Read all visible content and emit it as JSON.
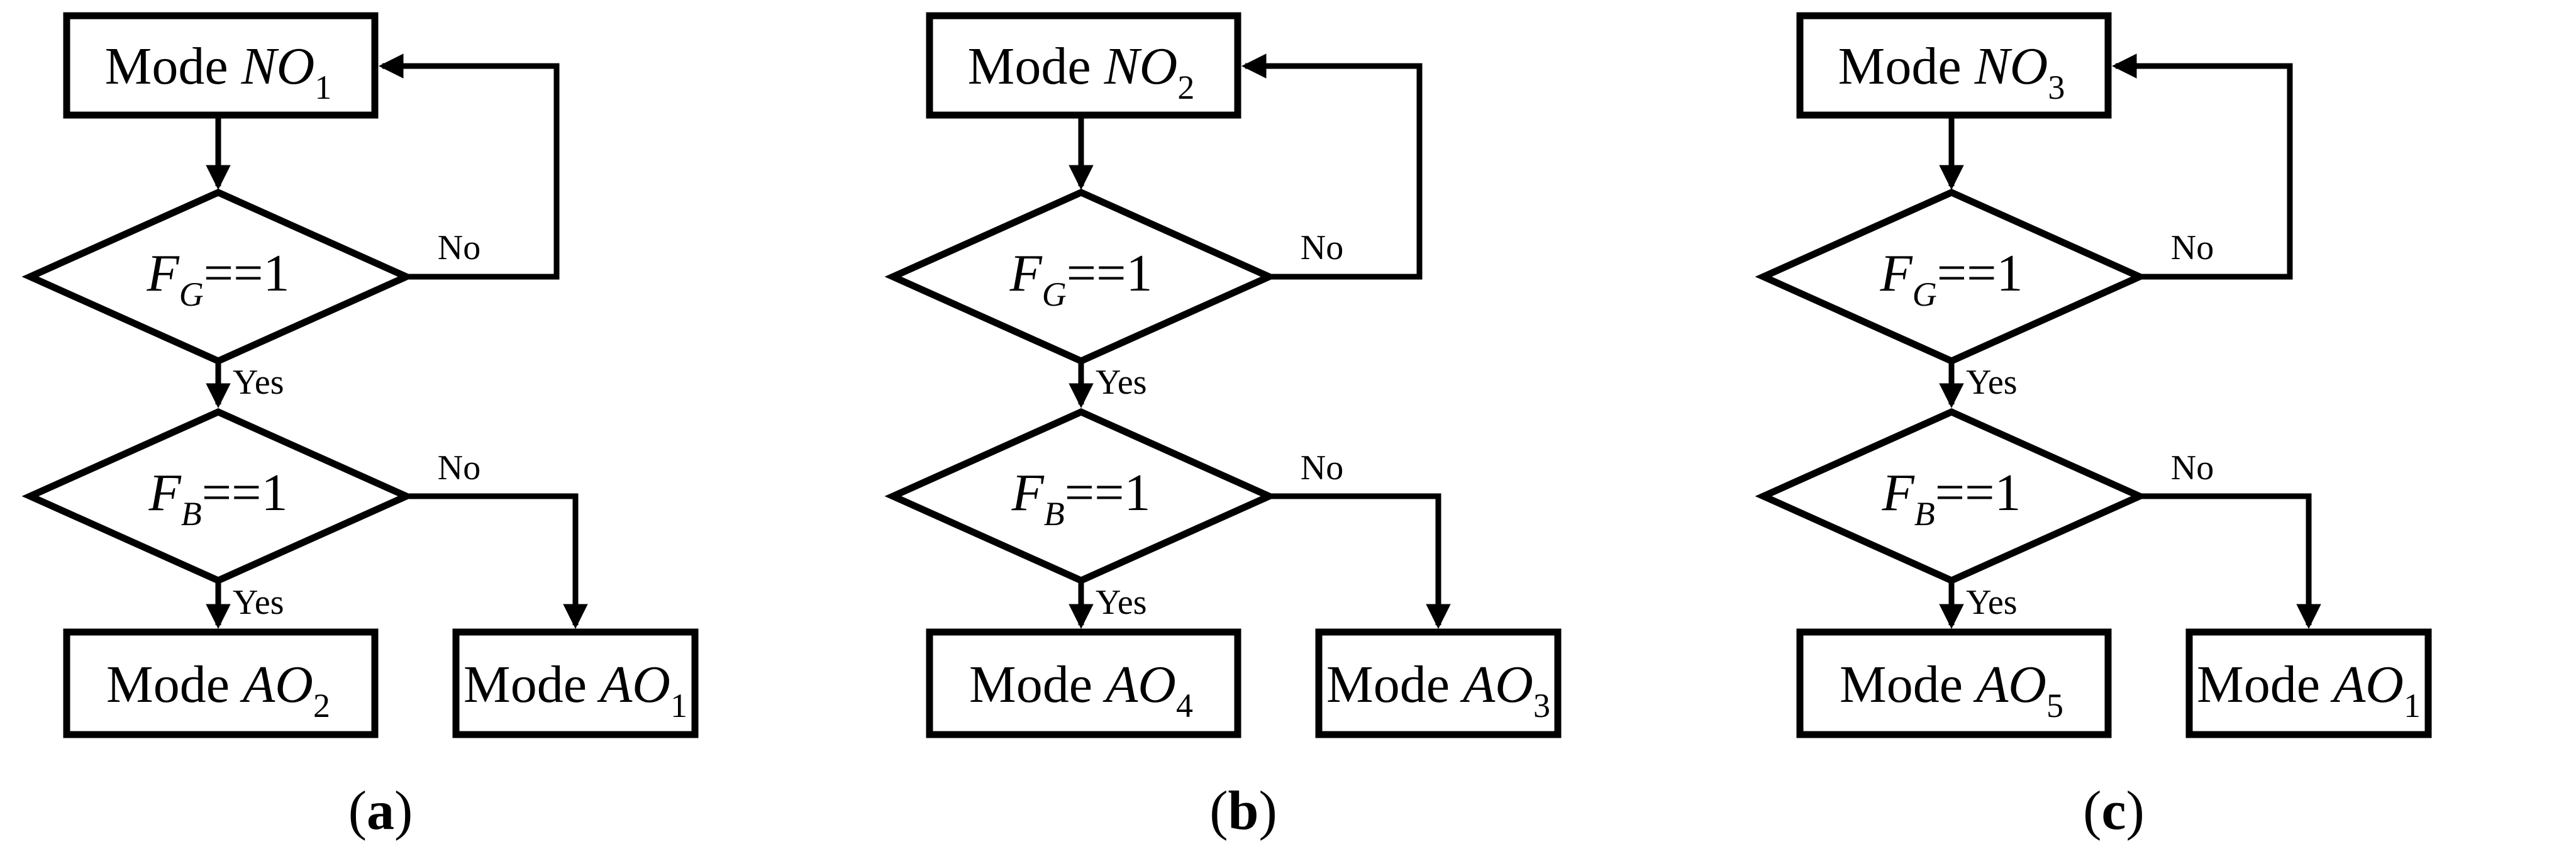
{
  "figure": {
    "colors": {
      "ink": "#000000",
      "background": "#ffffff"
    },
    "charts": [
      {
        "caption": {
          "open": "(",
          "letter": "a",
          "close": ")"
        },
        "top_box": {
          "prefix": "Mode ",
          "name": "NO",
          "sub": "1"
        },
        "fg": {
          "var": "F",
          "sub": "G",
          "cond": "==1",
          "yes": "Yes",
          "no": "No"
        },
        "fb": {
          "var": "F",
          "sub": "B",
          "cond": "==1",
          "yes": "Yes",
          "no": "No"
        },
        "yes_box": {
          "prefix": "Mode ",
          "name": "AO",
          "sub": "2"
        },
        "no_box": {
          "prefix": "Mode ",
          "name": "AO",
          "sub": "1"
        }
      },
      {
        "caption": {
          "open": "(",
          "letter": "b",
          "close": ")"
        },
        "top_box": {
          "prefix": "Mode ",
          "name": "NO",
          "sub": "2"
        },
        "fg": {
          "var": "F",
          "sub": "G",
          "cond": "==1",
          "yes": "Yes",
          "no": "No"
        },
        "fb": {
          "var": "F",
          "sub": "B",
          "cond": "==1",
          "yes": "Yes",
          "no": "No"
        },
        "yes_box": {
          "prefix": "Mode ",
          "name": "AO",
          "sub": "4"
        },
        "no_box": {
          "prefix": "Mode ",
          "name": "AO",
          "sub": "3"
        }
      },
      {
        "caption": {
          "open": "(",
          "letter": "c",
          "close": ")"
        },
        "top_box": {
          "prefix": "Mode ",
          "name": "NO",
          "sub": "3"
        },
        "fg": {
          "var": "F",
          "sub": "G",
          "cond": "==1",
          "yes": "Yes",
          "no": "No"
        },
        "fb": {
          "var": "F",
          "sub": "B",
          "cond": "==1",
          "yes": "Yes",
          "no": "No"
        },
        "yes_box": {
          "prefix": "Mode ",
          "name": "AO",
          "sub": "5"
        },
        "no_box": {
          "prefix": "Mode ",
          "name": "AO",
          "sub": "1"
        }
      }
    ]
  }
}
